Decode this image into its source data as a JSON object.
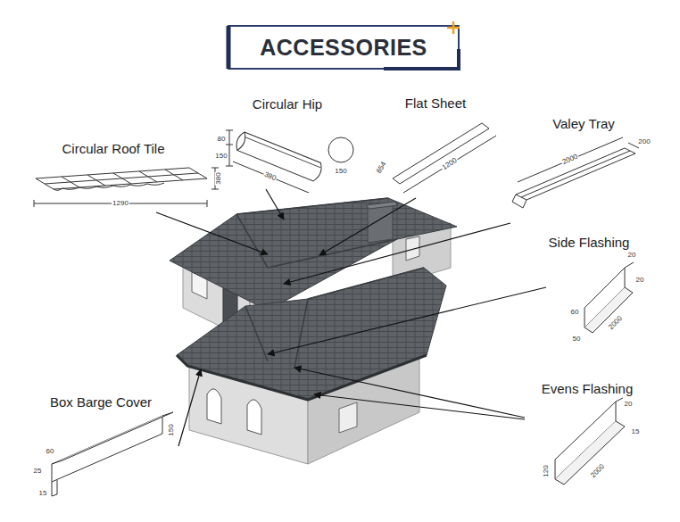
{
  "diagram": {
    "title": "ACCESSORIES",
    "labels": [
      "Circular Roof Tile",
      "380",
      "1290",
      "Circular Hip",
      "80",
      "150",
      "380",
      "150",
      "Flat Sheet",
      "654",
      "1200",
      "Valey Tray",
      "2000",
      "200",
      "Side Flashing",
      "20",
      "20",
      "60",
      "50",
      "2000",
      "Evens Flashing",
      "20",
      "15",
      "120",
      "2000",
      "Box Barge Cover",
      "60",
      "25",
      "15",
      "150"
    ]
  }
}
